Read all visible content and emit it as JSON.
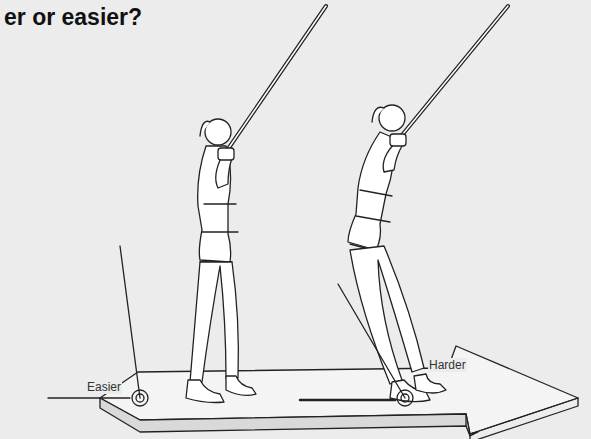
{
  "diagram": {
    "title": "er or easier?",
    "labels": [
      "Easier",
      "Harder"
    ]
  }
}
